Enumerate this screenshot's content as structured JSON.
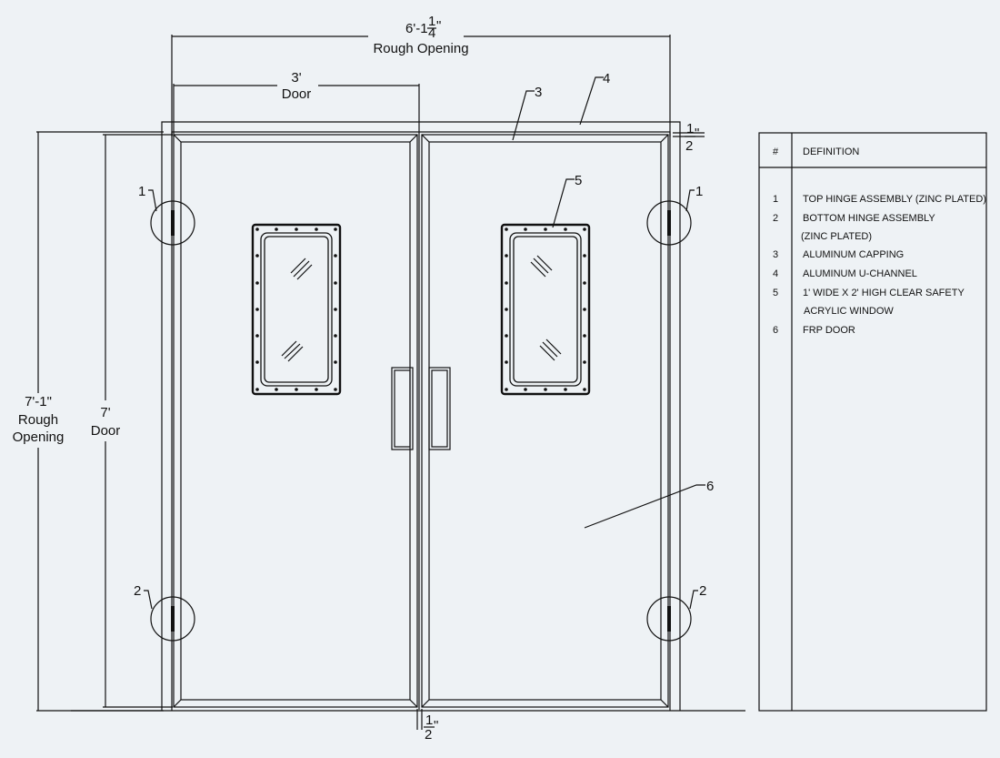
{
  "dimensions": {
    "rough_opening_width": {
      "value_prefix": "6'-1",
      "frac_num": "1",
      "frac_den": "4",
      "suffix": "\"",
      "label": "Rough Opening"
    },
    "door_width": {
      "value": "3'",
      "label": "Door"
    },
    "rough_opening_height": {
      "value": "7'-1\"",
      "label_line1": "Rough",
      "label_line2": "Opening"
    },
    "door_height": {
      "value": "7'",
      "label": "Door"
    },
    "top_gap": {
      "frac_num": "1",
      "frac_den": "2",
      "suffix": "\""
    },
    "bottom_gap": {
      "frac_num": "1",
      "frac_den": "2",
      "suffix": "\""
    }
  },
  "callouts": {
    "hinge_top_left": "1",
    "hinge_top_right": "1",
    "hinge_bottom_left": "2",
    "hinge_bottom_right": "2",
    "capping": "3",
    "u_channel": "4",
    "window": "5",
    "frp_door": "6"
  },
  "legend": {
    "header_number": "#",
    "header_definition": "DEFINITION",
    "rows": [
      {
        "num": "1",
        "lines": [
          "TOP HINGE ASSEMBLY (ZINC PLATED)"
        ]
      },
      {
        "num": "2",
        "lines": [
          "BOTTOM HINGE ASSEMBLY",
          "(ZINC PLATED)"
        ]
      },
      {
        "num": "3",
        "lines": [
          "ALUMINUM CAPPING"
        ]
      },
      {
        "num": "4",
        "lines": [
          "ALUMINUM U-CHANNEL"
        ]
      },
      {
        "num": "5",
        "lines": [
          "1' WIDE X 2' HIGH CLEAR SAFETY",
          "ACRYLIC WINDOW"
        ]
      },
      {
        "num": "6",
        "lines": [
          "FRP DOOR"
        ]
      }
    ]
  }
}
